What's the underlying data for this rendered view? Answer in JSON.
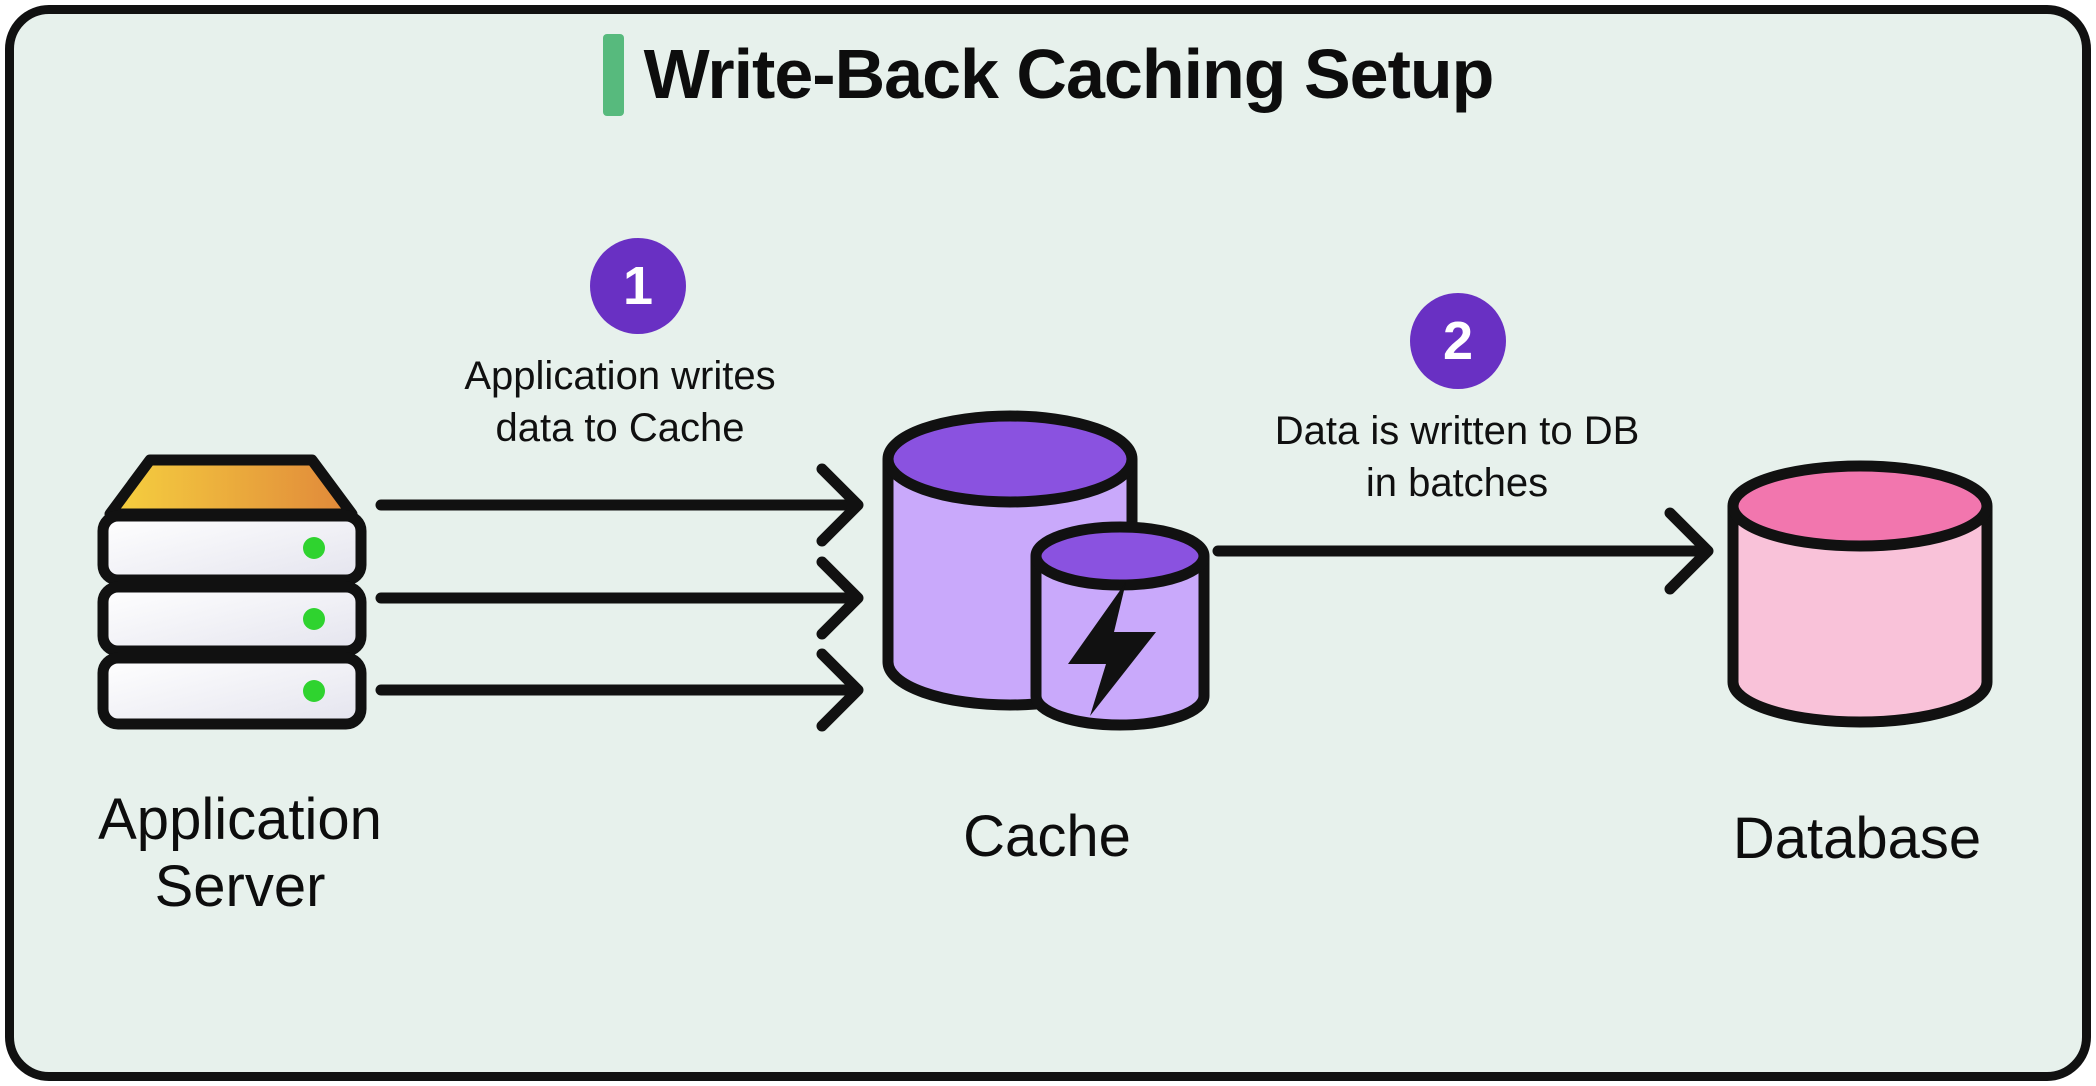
{
  "title": {
    "text": "Write-Back Caching Setup"
  },
  "steps": [
    {
      "number": "1",
      "label_line1": "Application writes",
      "label_line2": "data to Cache"
    },
    {
      "number": "2",
      "label_line1": "Data is written to DB",
      "label_line2": "in batches"
    }
  ],
  "nodes": {
    "app_server": {
      "label_line1": "Application",
      "label_line2": "Server"
    },
    "cache": {
      "label": "Cache"
    },
    "database": {
      "label": "Database"
    }
  },
  "edges": [
    {
      "from": "Application Server",
      "to": "Cache",
      "arrows": 3,
      "step": "1"
    },
    {
      "from": "Cache",
      "to": "Database",
      "arrows": 1,
      "step": "2"
    }
  ],
  "colors": {
    "background": "#e7f1ec",
    "ink": "#111111",
    "accent_green": "#57ba7d",
    "badge_purple": "#6930c3",
    "cache_top": "#8a52e0",
    "cache_body": "#c9a9fb",
    "db_top": "#f276ae",
    "db_body": "#f9c2d9",
    "server_top_left": "#f6d13f",
    "server_top_right": "#e0873a",
    "server_row_light": "#ffffff",
    "server_row_shade": "#e4e4ee",
    "led_green": "#2fd32f"
  }
}
